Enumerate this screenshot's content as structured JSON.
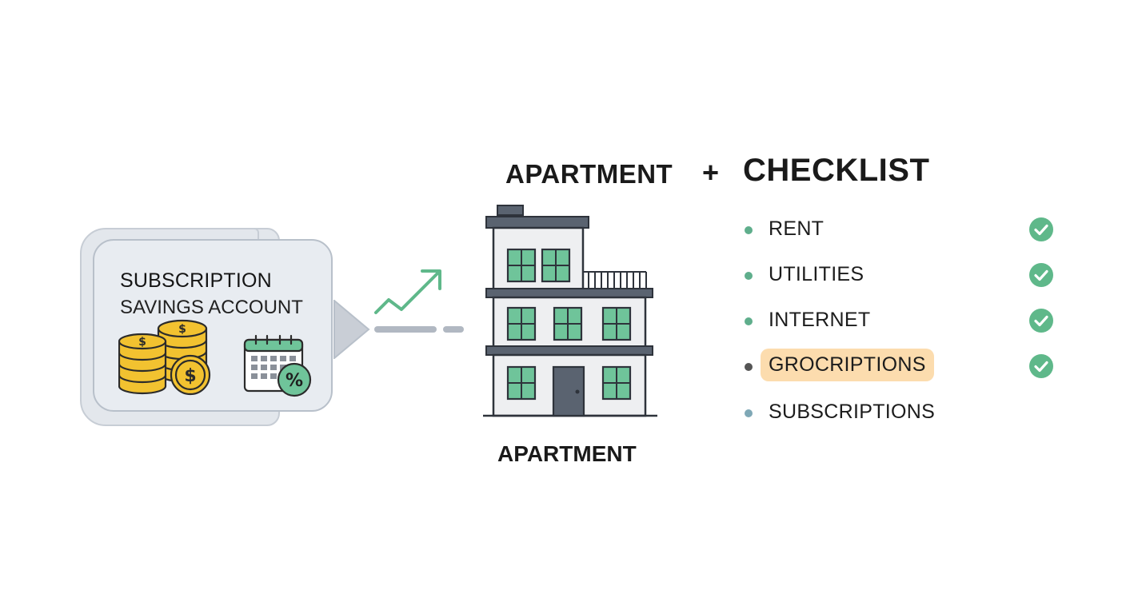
{
  "savings_card": {
    "title": "SUBSCRIPTION",
    "subtitle": "SAVINGS ACCOUNT",
    "icons": [
      "dollar-coin-stack-icon",
      "calendar-percent-icon"
    ]
  },
  "header": {
    "left_title": "APARTMENT",
    "joiner": "+",
    "right_title": "CHECKLIST"
  },
  "building": {
    "caption": "APARTMENT",
    "icon": "apartment-building-icon"
  },
  "checklist": [
    {
      "label": "RENT",
      "checked": true,
      "highlighted": false
    },
    {
      "label": "UTILITIES",
      "checked": true,
      "highlighted": false
    },
    {
      "label": "INTERNET",
      "checked": true,
      "highlighted": false
    },
    {
      "label": "GROCRIPTIONS",
      "checked": true,
      "highlighted": true
    },
    {
      "label": "SUBSCRIPTIONS",
      "checked": false,
      "highlighted": false
    }
  ],
  "colors": {
    "accent_green": "#5fb88a",
    "highlight": "#fcdcae",
    "coin_gold": "#f2c230",
    "window_green": "#6fc49a",
    "slate": "#5a6370"
  }
}
